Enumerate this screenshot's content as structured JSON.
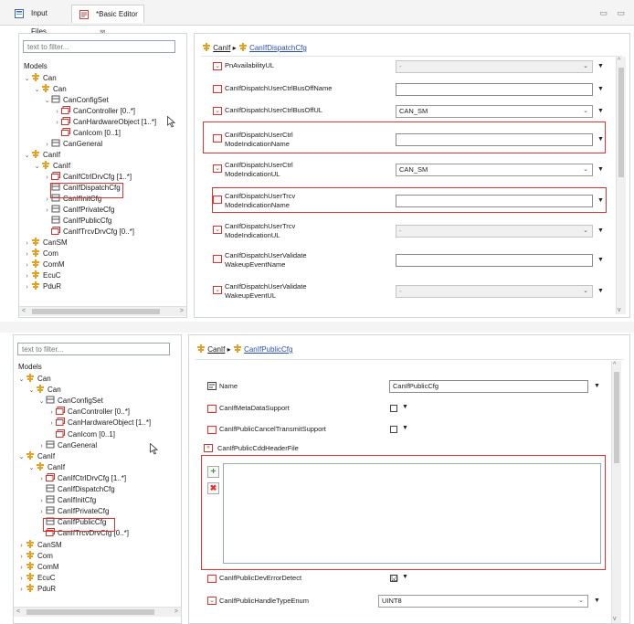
{
  "tabs": [
    {
      "label": "Input Files",
      "icon": "input-files-icon"
    },
    {
      "label": "*Basic Editor",
      "icon": "editor-icon",
      "close": "⊠"
    }
  ],
  "window_controls": "▭ ▭",
  "colors": {
    "highlight": "#dd3333",
    "link": "#2a4fb0",
    "module_icon": "#e8a020"
  },
  "top": {
    "filter_placeholder": "text to filter...",
    "models_label": "Models",
    "tree": [
      {
        "label": "Can",
        "twisty": "⌄",
        "icon": "module"
      },
      {
        "label": "Can",
        "twisty": "⌄",
        "icon": "module"
      },
      {
        "label": "CanConfigSet",
        "twisty": "⌄",
        "icon": "container"
      },
      {
        "label": "CanController [0..*]",
        "twisty": "›",
        "icon": "list"
      },
      {
        "label": "CanHardwareObject [1..*]",
        "twisty": "›",
        "icon": "list"
      },
      {
        "label": "CanIcom [0..1]",
        "twisty": "",
        "icon": "list"
      },
      {
        "label": "CanGeneral",
        "twisty": "›",
        "icon": "container"
      },
      {
        "label": "CanIf",
        "twisty": "⌄",
        "icon": "module"
      },
      {
        "label": "CanIf",
        "twisty": "⌄",
        "icon": "module"
      },
      {
        "label": "CanIfCtrlDrvCfg [1..*]",
        "twisty": "›",
        "icon": "list"
      },
      {
        "label": "CanIfDispatchCfg",
        "twisty": "",
        "icon": "container"
      },
      {
        "label": "CanIfInitCfg",
        "twisty": "›",
        "icon": "container"
      },
      {
        "label": "CanIfPrivateCfg",
        "twisty": "›",
        "icon": "container"
      },
      {
        "label": "CanIfPublicCfg",
        "twisty": "",
        "icon": "container"
      },
      {
        "label": "CanIfTrcvDrvCfg [0..*]",
        "twisty": "",
        "icon": "list"
      },
      {
        "label": "CanSM",
        "twisty": "›",
        "icon": "module"
      },
      {
        "label": "Com",
        "twisty": "›",
        "icon": "module"
      },
      {
        "label": "ComM",
        "twisty": "›",
        "icon": "module"
      },
      {
        "label": "EcuC",
        "twisty": "›",
        "icon": "module"
      },
      {
        "label": "PduR",
        "twisty": "›",
        "icon": "module"
      }
    ],
    "breadcrumb": {
      "root": "CanIf",
      "sep": "▸",
      "current": "CanIfDispatchCfg"
    },
    "params": [
      {
        "name": "PnAvailabilityUL",
        "icon": "enum",
        "kind": "combo",
        "value": "-",
        "disabled": true
      },
      {
        "name": "CanIfDispatchUserCtrlBusOffName",
        "icon": "string",
        "kind": "text",
        "value": ""
      },
      {
        "name": "CanIfDispatchUserCtrlBusOffUL",
        "icon": "enum",
        "kind": "combo",
        "value": "CAN_SM",
        "disabled": false
      },
      {
        "name": "CanIfDispatchUserCtrl\nModeIndicationName",
        "icon": "string",
        "kind": "text",
        "value": ""
      },
      {
        "name": "CanIfDispatchUserCtrl\nModeIndicationUL",
        "icon": "enum",
        "kind": "combo",
        "value": "CAN_SM",
        "disabled": false
      },
      {
        "name": "CanIfDispatchUserTrcv\nModeIndicationName",
        "icon": "string",
        "kind": "text",
        "value": ""
      },
      {
        "name": "CanIfDispatchUserTrcv\nModeIndicationUL",
        "icon": "enum",
        "kind": "combo",
        "value": "-",
        "disabled": true
      },
      {
        "name": "CanIfDispatchUserValidate\nWakeupEventName",
        "icon": "string",
        "kind": "text",
        "value": ""
      },
      {
        "name": "CanIfDispatchUserValidate\nWakeupEventUL",
        "icon": "enum",
        "kind": "combo",
        "value": "-",
        "disabled": true
      }
    ]
  },
  "bottom": {
    "filter_placeholder": "text to filter...",
    "models_label": "Models",
    "tree": [
      {
        "label": "Can",
        "twisty": "⌄",
        "icon": "module"
      },
      {
        "label": "Can",
        "twisty": "⌄",
        "icon": "module"
      },
      {
        "label": "CanConfigSet",
        "twisty": "⌄",
        "icon": "container"
      },
      {
        "label": "CanController [0..*]",
        "twisty": "›",
        "icon": "list"
      },
      {
        "label": "CanHardwareObject [1..*]",
        "twisty": "›",
        "icon": "list"
      },
      {
        "label": "CanIcom [0..1]",
        "twisty": "",
        "icon": "list"
      },
      {
        "label": "CanGeneral",
        "twisty": "›",
        "icon": "container"
      },
      {
        "label": "CanIf",
        "twisty": "⌄",
        "icon": "module"
      },
      {
        "label": "CanIf",
        "twisty": "⌄",
        "icon": "module"
      },
      {
        "label": "CanIfCtrlDrvCfg [1..*]",
        "twisty": "›",
        "icon": "list"
      },
      {
        "label": "CanIfDispatchCfg",
        "twisty": "",
        "icon": "container"
      },
      {
        "label": "CanIfInitCfg",
        "twisty": "›",
        "icon": "container"
      },
      {
        "label": "CanIfPrivateCfg",
        "twisty": "›",
        "icon": "container"
      },
      {
        "label": "CanIfPublicCfg",
        "twisty": "",
        "icon": "container"
      },
      {
        "label": "CanIfTrcvDrvCfg [0..*]",
        "twisty": "",
        "icon": "list"
      },
      {
        "label": "CanSM",
        "twisty": "›",
        "icon": "module"
      },
      {
        "label": "Com",
        "twisty": "›",
        "icon": "module"
      },
      {
        "label": "ComM",
        "twisty": "›",
        "icon": "module"
      },
      {
        "label": "EcuC",
        "twisty": "›",
        "icon": "module"
      },
      {
        "label": "PduR",
        "twisty": "›",
        "icon": "module"
      }
    ],
    "breadcrumb": {
      "root": "CanIf",
      "sep": "▸",
      "current": "CanIfPublicCfg"
    },
    "name_label": "Name",
    "name_value": "CanIfPublicCfg",
    "meta_label": "CanIfMetaDataSupport",
    "cancel_label": "CanIfPublicCancelTransmitSupport",
    "cdd_label": "CanIfPublicCddHeaderFile",
    "add_symbol": "+",
    "remove_symbol": "✖",
    "dev_error_label": "CanIfPublicDevErrorDetect",
    "dev_error_check": "☑",
    "handle_label": "CanIfPublicHandleTypeEnum",
    "handle_value": "UINT8"
  }
}
